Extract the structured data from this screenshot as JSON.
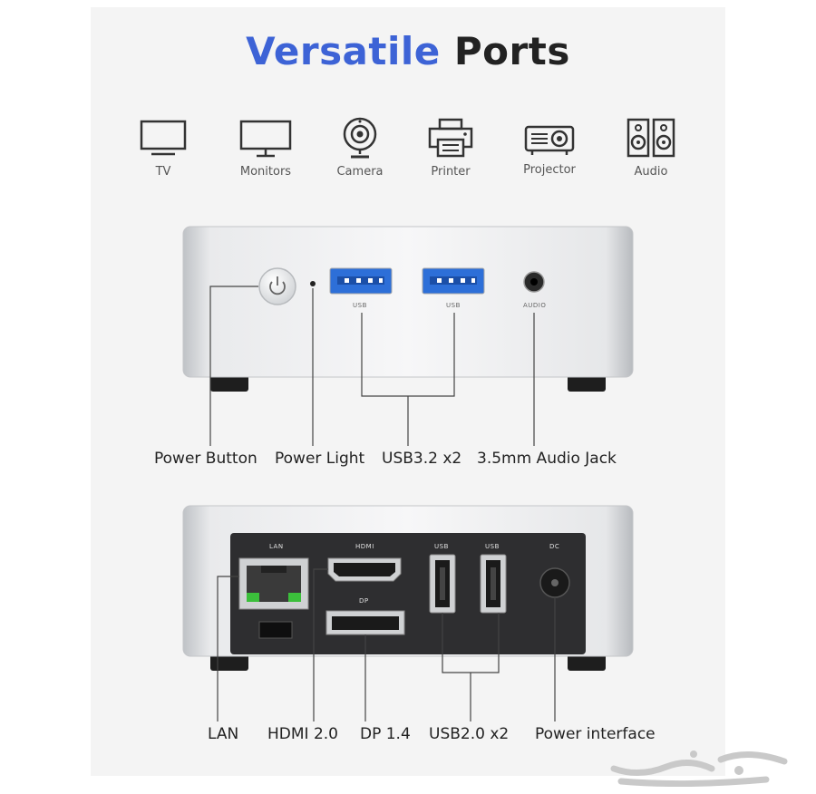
{
  "title": {
    "part1": "Versatile",
    "part2": "Ports"
  },
  "devices": [
    {
      "label": "TV",
      "icon": "tv-icon"
    },
    {
      "label": "Monitors",
      "icon": "monitor-icon"
    },
    {
      "label": "Camera",
      "icon": "camera-icon"
    },
    {
      "label": "Printer",
      "icon": "printer-icon"
    },
    {
      "label": "Projector",
      "icon": "projector-icon"
    },
    {
      "label": "Audio",
      "icon": "speaker-icon"
    }
  ],
  "front": {
    "port_labels": {
      "usb1": "USB",
      "usb2": "USB",
      "audio": "AUDIO"
    },
    "callouts": {
      "power_button": "Power Button",
      "power_light": "Power Light",
      "usb": "USB3.2 x2",
      "audio": "3.5mm Audio Jack"
    }
  },
  "back": {
    "port_labels": {
      "lan": "LAN",
      "hdmi": "HDMI",
      "dp": "DP",
      "usb1": "USB",
      "usb2": "USB",
      "dc": "DC"
    },
    "callouts": {
      "lan": "LAN",
      "hdmi": "HDMI 2.0",
      "dp": "DP 1.4",
      "usb": "USB2.0 x2",
      "power": "Power interface"
    }
  },
  "colors": {
    "accent": "#3d63d6",
    "usb_blue": "#2d6fd8",
    "lan_green": "#3bbf3b"
  }
}
